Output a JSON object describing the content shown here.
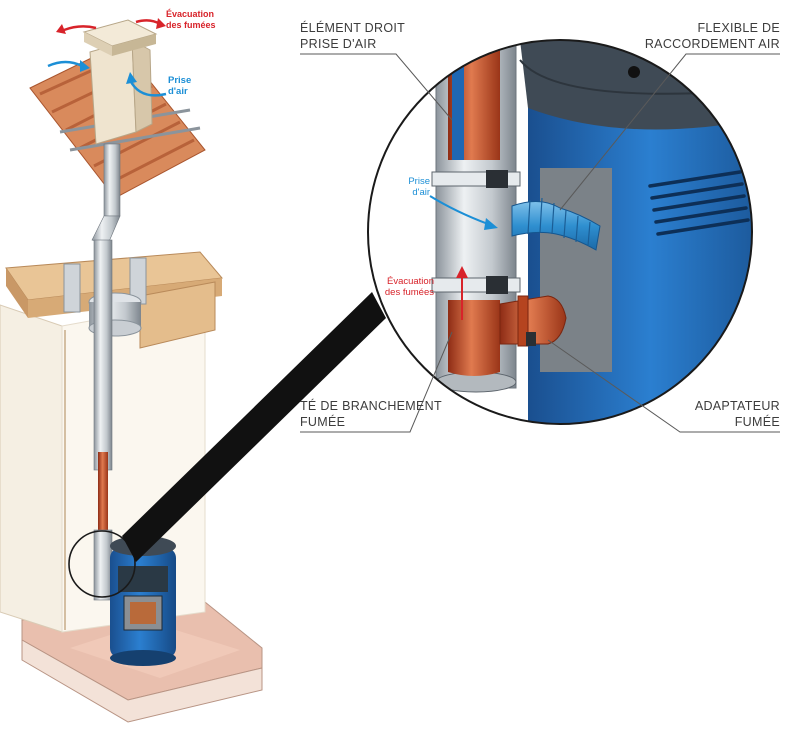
{
  "colors": {
    "smoke_arrow": "#d8232a",
    "air_arrow": "#1c8fd6",
    "stove_blue": "#1f67b3",
    "stove_top": "#3f4a55",
    "flue_red": "#c8512b",
    "pipe_steel": "#c9ced3",
    "tiles": "#d98a5c",
    "beam_wood": "#e0b98a",
    "floor": "#e9bfae",
    "callout_text": "#3c3c3c"
  },
  "overview_labels": {
    "smoke_top": "Évacuation\ndes fumées",
    "air_top": "Prise\nd'air"
  },
  "detail_labels": {
    "air": "Prise\nd'air",
    "smoke": "Évacuation\ndes fumées"
  },
  "callouts": {
    "element_droit": [
      "ÉLÉMENT DROIT",
      "PRISE D'AIR"
    ],
    "flexible": [
      "FLEXIBLE DE",
      "RACCORDEMENT AIR"
    ],
    "te_branchement": [
      "TÉ DE BRANCHEMENT",
      "FUMÉE"
    ],
    "adaptateur": [
      "ADAPTATEUR",
      "FUMÉE"
    ]
  }
}
